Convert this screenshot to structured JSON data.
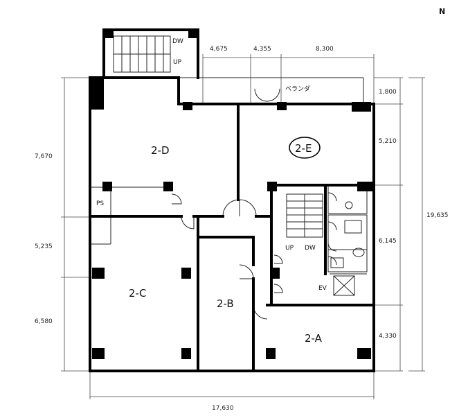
{
  "north_mark": "N",
  "rooms": {
    "d": "2-D",
    "e": "2-E",
    "c": "2-C",
    "b": "2-B",
    "a": "2-A"
  },
  "labels": {
    "veranda": "ベランダ",
    "ps": "PS",
    "ev": "EV",
    "stair_up": "UP",
    "stair_dw": "DW",
    "top_dw": "DW",
    "top_up": "UP"
  },
  "dimensions": {
    "top": [
      "4,675",
      "4,355",
      "8,300"
    ],
    "left": [
      "7,670",
      "5,235",
      "6,580"
    ],
    "right": [
      "1,800",
      "5,210",
      "6,145",
      "4,330"
    ],
    "right_total": "19,635",
    "bottom_total": "17,630"
  }
}
